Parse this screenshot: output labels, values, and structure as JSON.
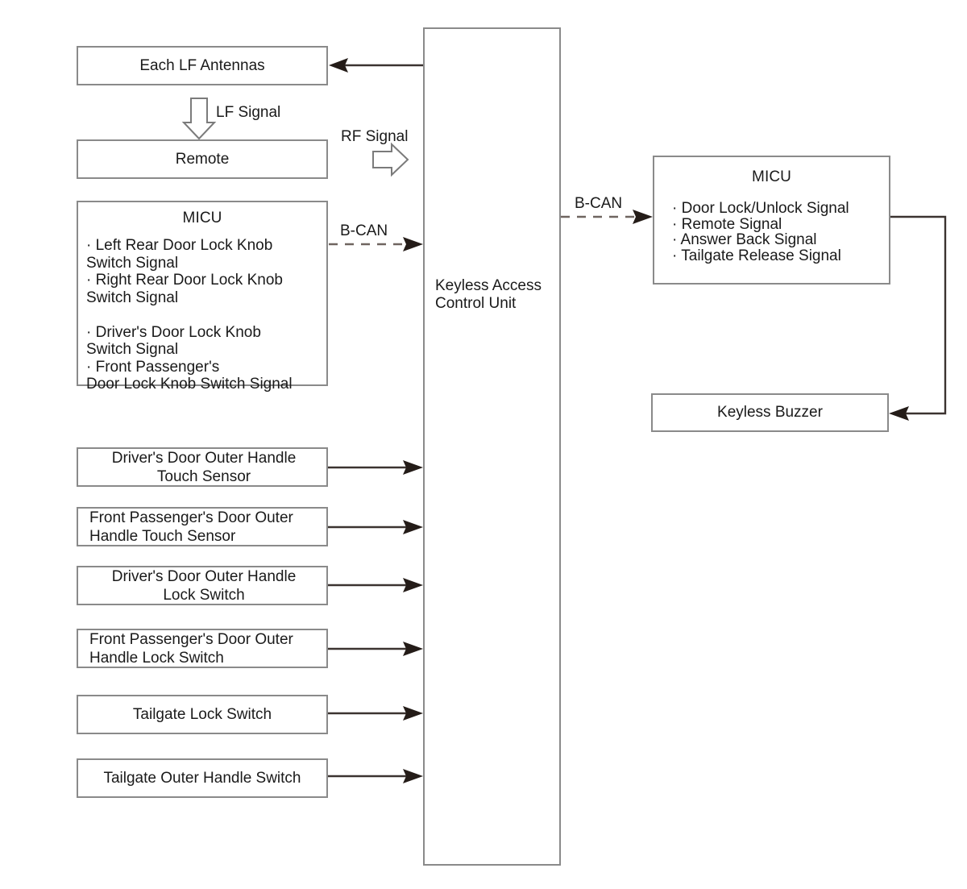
{
  "diagram": {
    "title": "Keyless Access System Block Diagram",
    "colors": {
      "box_border": "#8a8a8a",
      "solid_wire": "#3b3330",
      "dashed_wire": "#6f6560",
      "arrow_fill": "#241c18",
      "background": "#ffffff"
    },
    "nodes": {
      "lf_antennas": {
        "label": "Each LF Antennas"
      },
      "remote": {
        "label": "Remote"
      },
      "micu_left": {
        "title": "MICU",
        "signals": "· Left Rear Door Lock Knob\nSwitch Signal\n· Right Rear Door Lock Knob\nSwitch Signal\n\n· Driver's Door Lock Knob\nSwitch Signal\n· Front Passenger's\nDoor Lock Knob Switch Signal"
      },
      "keyless_access_control_unit": {
        "label": "Keyless Access\nControl Unit"
      },
      "micu_right": {
        "title": "MICU",
        "signals": "· Door Lock/Unlock Signal\n· Remote Signal\n· Answer Back Signal\n· Tailgate Release Signal"
      },
      "keyless_buzzer": {
        "label": "Keyless Buzzer"
      },
      "sensors": [
        {
          "label": "Driver's Door Outer Handle\nTouch Sensor"
        },
        {
          "label": "Front Passenger's Door Outer\nHandle Touch Sensor"
        },
        {
          "label": "Driver's Door Outer Handle\nLock Switch"
        },
        {
          "label": "Front Passenger's Door Outer\nHandle Lock Switch"
        },
        {
          "label": "Tailgate Lock Switch"
        },
        {
          "label": "Tailgate Outer Handle Switch"
        }
      ]
    },
    "edge_labels": {
      "lf_signal": "LF Signal",
      "rf_signal": "RF Signal",
      "b_can_left": "B-CAN",
      "b_can_right": "B-CAN"
    }
  }
}
